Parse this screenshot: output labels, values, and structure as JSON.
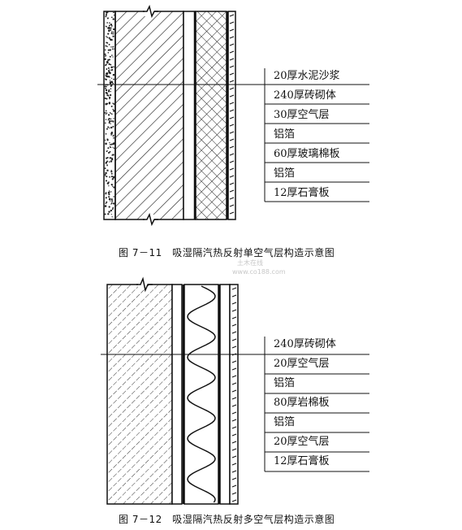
{
  "figure1": {
    "caption": "图 7－11　吸湿隔汽热反射单空气层构造示意图",
    "layers": [
      "20厚水泥沙浆",
      "240厚砖砌体",
      "30厚空气层",
      "铝箔",
      "60厚玻璃棉板",
      "铝箔",
      "12厚石膏板"
    ]
  },
  "figure2": {
    "caption": "图 7－12　吸湿隔汽热反射多空气层构造示意图",
    "layers": [
      "240厚砖砌体",
      "20厚空气层",
      "铝箔",
      "80厚岩棉板",
      "铝箔",
      "20厚空气层",
      "12厚石膏板"
    ]
  },
  "watermark": {
    "line1": "土木在线",
    "line2": "www.co188.com"
  }
}
